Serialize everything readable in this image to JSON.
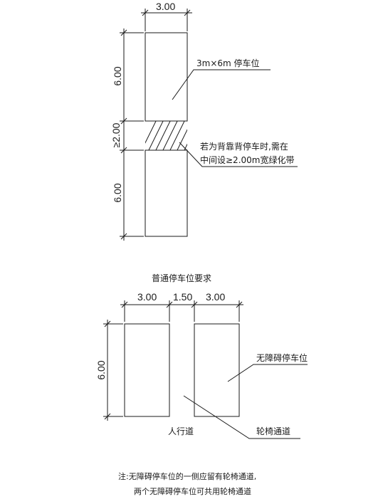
{
  "top_diagram": {
    "width_label": "3.00",
    "upper_length_label": "6.00",
    "gap_label": "≥2.00",
    "lower_length_label": "6.00",
    "space_callout": "3m×6m 停车位",
    "green_callout_line1": "若为背靠背停车时,需在",
    "green_callout_line2": "中间设≥2.00m宽绿化带"
  },
  "caption_general": "普通停车位要求",
  "bottom_diagram": {
    "left_width_label": "3.00",
    "aisle_width_label": "1.50",
    "right_width_label": "3.00",
    "length_label": "6.00",
    "accessible_callout": "无障碍停车位",
    "walkway_label": "人行道",
    "wheelchair_callout": "轮椅通道"
  },
  "note": {
    "line1": "注:无障碍停车位的一侧应留有轮椅通道,",
    "line2": "两个无障碍停车位可共用轮椅通道"
  },
  "colors": {
    "ink": "#1a1a1a",
    "paper": "#ffffff"
  }
}
